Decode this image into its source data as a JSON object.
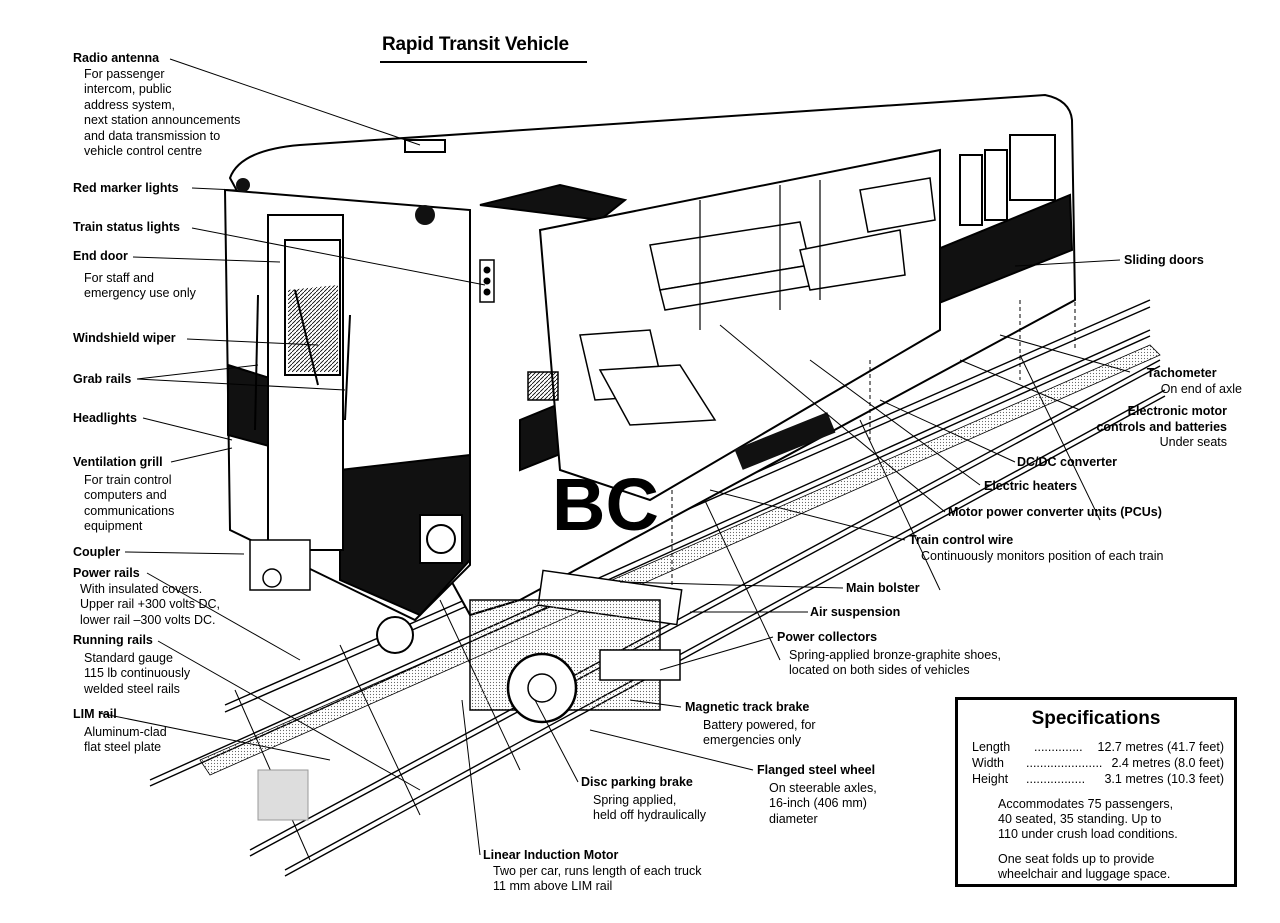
{
  "title": "Rapid Transit Vehicle",
  "car_lettering": "BC",
  "labels": {
    "radio_antenna": {
      "heading": "Radio antenna",
      "desc": "For passenger\nintercom, public\naddress system,\nnext station announcements\nand data transmission to\nvehicle control centre"
    },
    "red_marker_lights": {
      "heading": "Red marker lights"
    },
    "train_status_lights": {
      "heading": "Train status lights"
    },
    "end_door": {
      "heading": "End door",
      "desc": "For staff and\nemergency use only"
    },
    "windshield_wiper": {
      "heading": "Windshield wiper"
    },
    "grab_rails": {
      "heading": "Grab rails"
    },
    "headlights": {
      "heading": "Headlights"
    },
    "ventilation_grill": {
      "heading": "Ventilation grill",
      "desc": "For train control\ncomputers and\ncommunications\nequipment"
    },
    "coupler": {
      "heading": "Coupler"
    },
    "power_rails": {
      "heading": "Power rails",
      "desc": "With  insulated  covers.\nUpper rail +300 volts DC,\nlower rail –300 volts DC."
    },
    "running_rails": {
      "heading": "Running rails",
      "desc": "Standard gauge\n115 lb continuously\nwelded steel rails"
    },
    "lim_rail": {
      "heading": "LIM rail",
      "desc": "Aluminum-clad\nflat steel plate"
    },
    "sliding_doors": {
      "heading": "Sliding doors"
    },
    "tachometer": {
      "heading": "Tachometer",
      "desc": "On end of axle"
    },
    "electronic_motor": {
      "heading": "Electronic motor\ncontrols and batteries",
      "desc": "Under seats"
    },
    "dcdc_converter": {
      "heading": "DC/DC converter"
    },
    "electric_heaters": {
      "heading": "Electric heaters"
    },
    "motor_power_converter": {
      "heading": "Motor power converter units (PCUs)"
    },
    "train_control_wire": {
      "heading": "Train control wire",
      "desc": "Continuously monitors position of each train"
    },
    "main_bolster": {
      "heading": "Main bolster"
    },
    "air_suspension": {
      "heading": "Air suspension"
    },
    "power_collectors": {
      "heading": "Power collectors",
      "desc": "Spring-applied bronze-graphite shoes,\nlocated on both sides of vehicles"
    },
    "magnetic_track_brake": {
      "heading": "Magnetic track brake",
      "desc": "Battery powered, for\nemergencies only"
    },
    "flanged_steel_wheel": {
      "heading": "Flanged steel wheel",
      "desc": "On steerable axles,\n16-inch (406 mm)\ndiameter"
    },
    "disc_parking_brake": {
      "heading": "Disc parking brake",
      "desc": "Spring applied,\nheld off hydraulically"
    },
    "linear_induction_motor": {
      "heading": "Linear Induction Motor",
      "desc": "Two per car, runs length of each truck\n11 mm above LIM rail"
    }
  },
  "specs": {
    "heading": "Specifications",
    "rows": [
      {
        "key": "Length",
        "value": "12.7 metres (41.7 feet)"
      },
      {
        "key": "Width",
        "value": "2.4 metres (8.0 feet)"
      },
      {
        "key": "Height",
        "value": "3.1 metres (10.3 feet)"
      }
    ],
    "note1": "Accommodates 75 passengers,\n40 seated, 35 standing. Up to\n110 under crush load conditions.",
    "note2": "One seat folds up to provide\nwheelchair and luggage space."
  }
}
